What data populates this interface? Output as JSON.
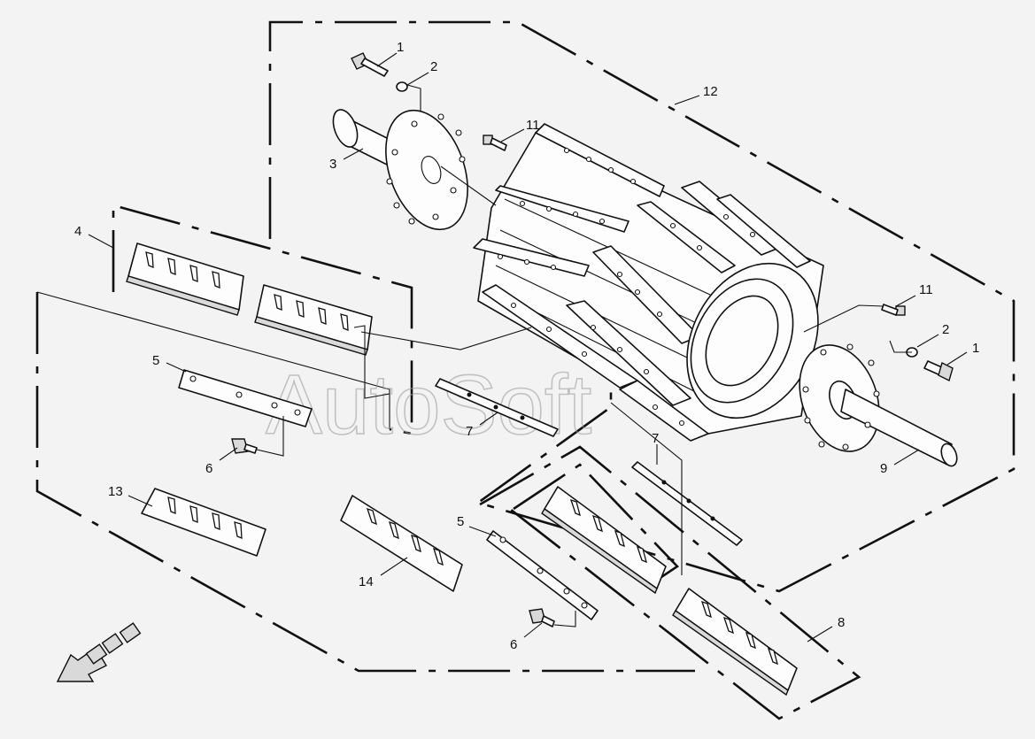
{
  "diagram": {
    "watermark": "AutoSoft",
    "callouts": [
      {
        "id": "c1a",
        "label": "1"
      },
      {
        "id": "c2a",
        "label": "2"
      },
      {
        "id": "c3",
        "label": "3"
      },
      {
        "id": "c11a",
        "label": "11"
      },
      {
        "id": "c12",
        "label": "12"
      },
      {
        "id": "c4",
        "label": "4"
      },
      {
        "id": "c11b",
        "label": "11"
      },
      {
        "id": "c2b",
        "label": "2"
      },
      {
        "id": "c1b",
        "label": "1"
      },
      {
        "id": "c5a",
        "label": "5"
      },
      {
        "id": "c7a",
        "label": "7"
      },
      {
        "id": "c6a",
        "label": "6"
      },
      {
        "id": "c7b",
        "label": "7"
      },
      {
        "id": "c9",
        "label": "9"
      },
      {
        "id": "c13",
        "label": "13"
      },
      {
        "id": "c14",
        "label": "14"
      },
      {
        "id": "c5b",
        "label": "5"
      },
      {
        "id": "c6b",
        "label": "6"
      },
      {
        "id": "c8",
        "label": "8"
      }
    ]
  }
}
